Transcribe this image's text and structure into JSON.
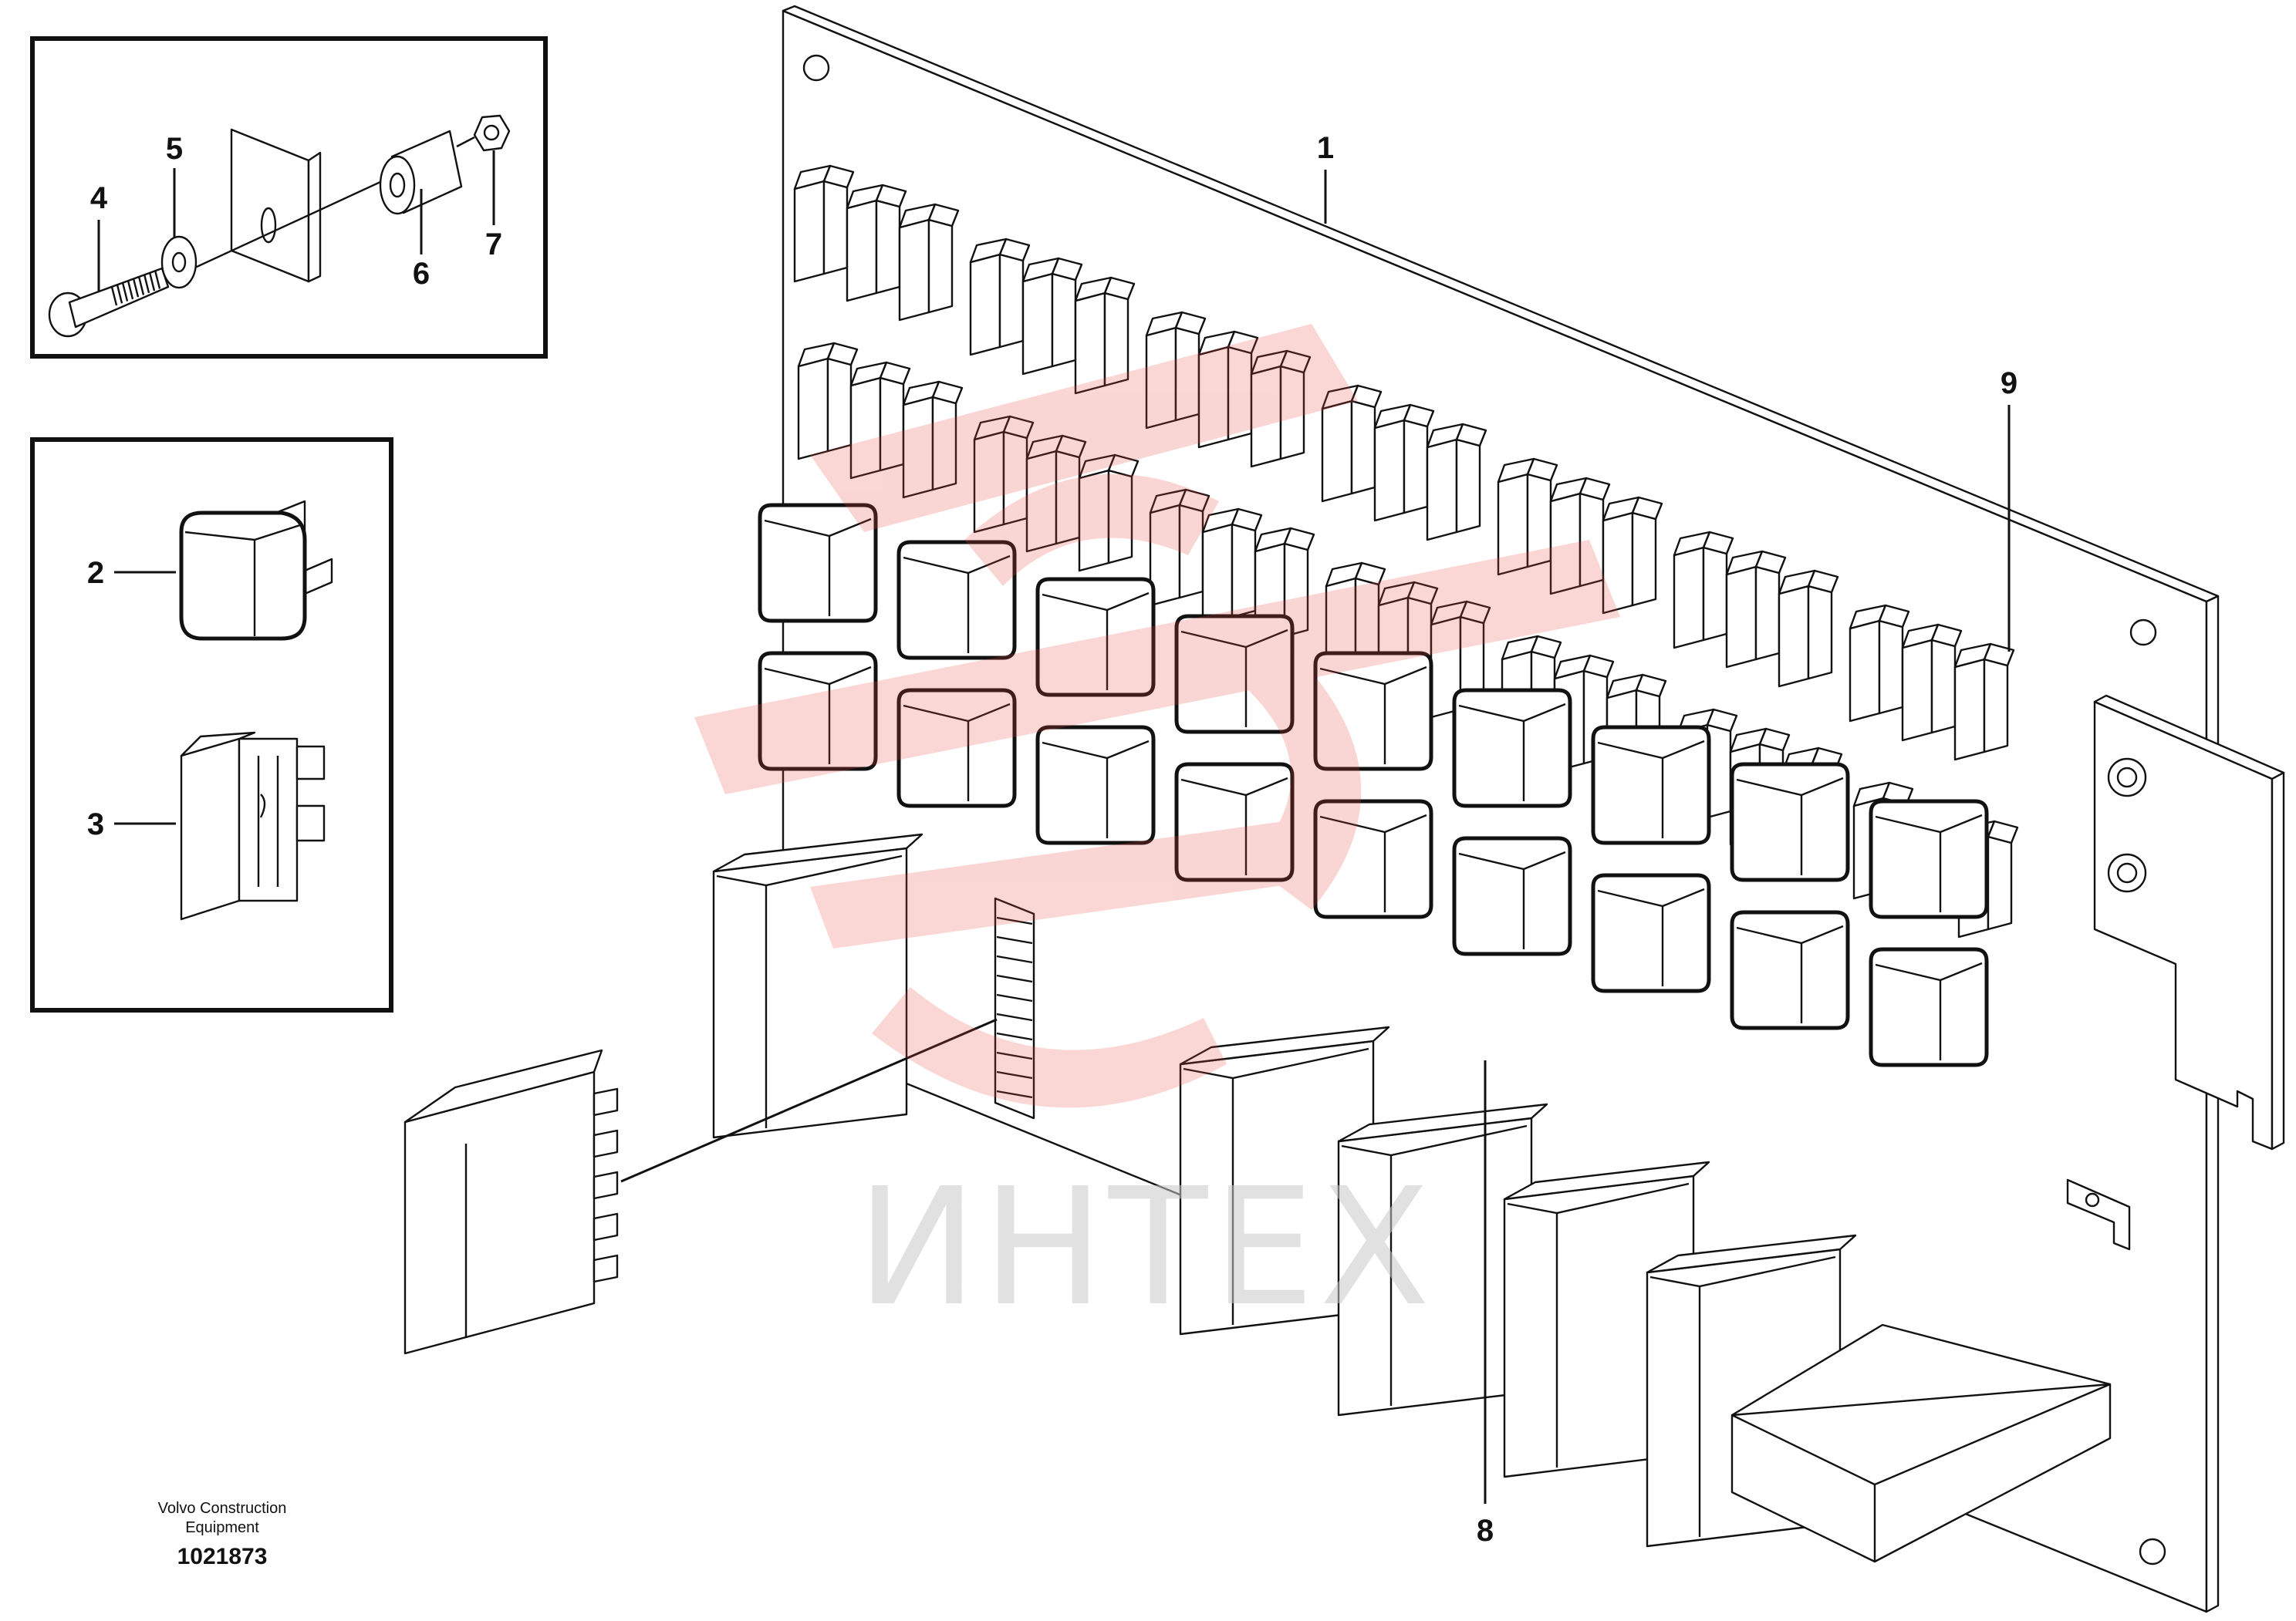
{
  "callouts": {
    "c1": "1",
    "c2": "2",
    "c3": "3",
    "c4": "4",
    "c5": "5",
    "c6": "6",
    "c7": "7",
    "c8": "8",
    "c9": "9"
  },
  "credit": {
    "line1": "Volvo Construction",
    "line2": "Equipment",
    "doc_number": "1021873"
  },
  "watermark": {
    "text": "ИНТЕХ",
    "color": "#e8473f"
  }
}
